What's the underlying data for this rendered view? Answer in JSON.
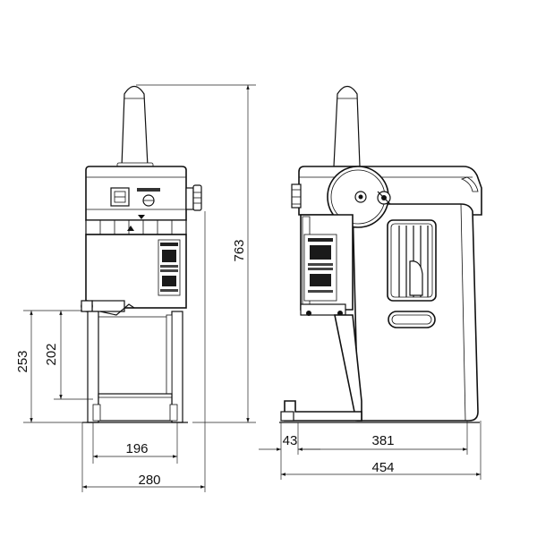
{
  "dimensions": {
    "total_height": "763",
    "front_height_a": "253",
    "front_height_b": "202",
    "front_inner_width": "196",
    "front_overall_width": "280",
    "side_offset": "43",
    "side_base": "381",
    "side_overall_depth": "454"
  },
  "front_view": {
    "switch_icon": "rocker-switch-icon",
    "dial_icon": "dial-icon",
    "arrow_icon": "triangle-down-icon"
  },
  "side_view": {
    "wheel_icon": "hand-wheel-icon"
  }
}
